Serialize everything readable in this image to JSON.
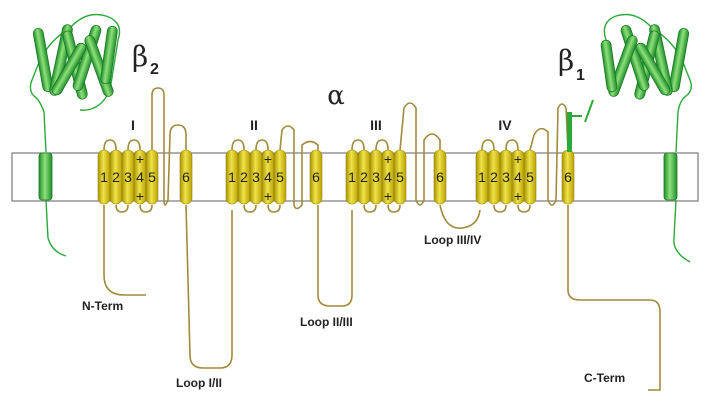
{
  "diagram": {
    "alpha_label": "α",
    "beta2_label": "β",
    "beta2_sub": "2",
    "beta1_label": "β",
    "beta1_sub": "1",
    "domains": [
      {
        "name": "I",
        "segments": [
          "1",
          "2",
          "3",
          "4",
          "5",
          "6"
        ]
      },
      {
        "name": "II",
        "segments": [
          "1",
          "2",
          "3",
          "4",
          "5",
          "6"
        ]
      },
      {
        "name": "III",
        "segments": [
          "1",
          "2",
          "3",
          "4",
          "5",
          "6"
        ]
      },
      {
        "name": "IV",
        "segments": [
          "1",
          "2",
          "3",
          "4",
          "5",
          "6"
        ]
      }
    ],
    "charge_symbol": "+",
    "labels": {
      "n_term": "N-Term",
      "c_term": "C-Term",
      "loop_1_2": "Loop I/II",
      "loop_2_3": "Loop II/III",
      "loop_3_4": "Loop III/IV"
    },
    "colors": {
      "helix": "#c8b400",
      "helix_light": "#f2e64a",
      "chain": "#a08a3c",
      "beta": "#2ea83c",
      "beta_light": "#7fd86a",
      "membrane": "#7a7a7a"
    }
  }
}
